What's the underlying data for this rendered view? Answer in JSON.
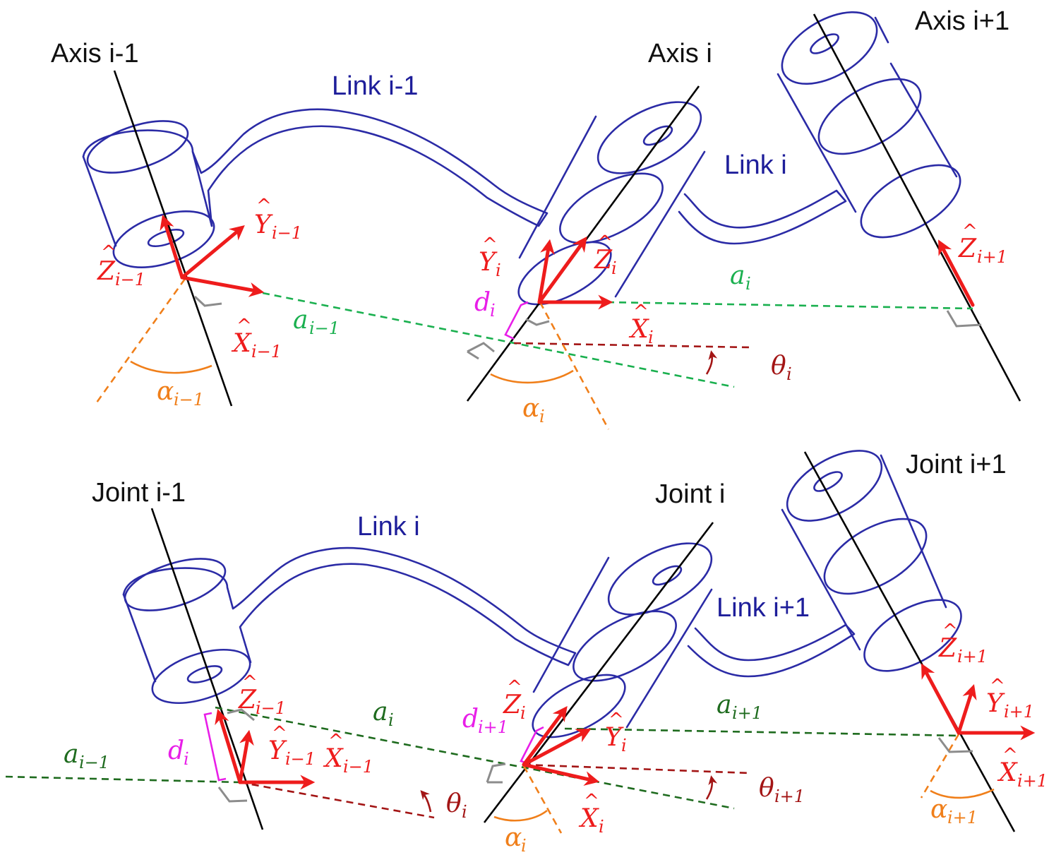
{
  "colors": {
    "link_outline": "#2b2ba6",
    "link_label": "#1e1e9a",
    "axis": "#000000",
    "frame_arrow": "#ee1c1c",
    "link_length": "#1ab04f",
    "link_length_alt": "#1e6b1e",
    "theta": "#a31515",
    "alpha": "#f07f1a",
    "offset_d": "#e81ee8",
    "right_angle": "#8c8c8c"
  },
  "top": {
    "axis_prev": "Axis i-1",
    "axis_cur": "Axis i",
    "axis_next": "Axis i+1",
    "link_prev": "Link i-1",
    "link_cur": "Link i",
    "z_prev": {
      "base": "Z",
      "sub": "i−1"
    },
    "y_prev": {
      "base": "Y",
      "sub": "i−1"
    },
    "x_prev": {
      "base": "X",
      "sub": "i−1"
    },
    "y_cur": {
      "base": "Y",
      "sub": "i"
    },
    "z_cur": {
      "base": "Z",
      "sub": "i"
    },
    "x_cur": {
      "base": "X",
      "sub": "i"
    },
    "z_next": {
      "base": "Z",
      "sub": "i+1"
    },
    "a_prev": {
      "base": "a",
      "sub": "i−1"
    },
    "a_cur": {
      "base": "a",
      "sub": "i"
    },
    "d_cur": {
      "base": "d",
      "sub": "i"
    },
    "theta_cur": {
      "base": "θ",
      "sub": "i"
    },
    "alpha_prev": {
      "base": "α",
      "sub": "i−1"
    },
    "alpha_cur": {
      "base": "α",
      "sub": "i"
    }
  },
  "bottom": {
    "joint_prev": "Joint i-1",
    "joint_cur": "Joint i",
    "joint_next": "Joint i+1",
    "link_cur": "Link i",
    "link_next": "Link i+1",
    "z_prev": {
      "base": "Z",
      "sub": "i−1"
    },
    "y_prev": {
      "base": "Y",
      "sub": "i−1"
    },
    "x_prev": {
      "base": "X",
      "sub": "i−1"
    },
    "z_cur": {
      "base": "Z",
      "sub": "i"
    },
    "y_cur": {
      "base": "Y",
      "sub": "i"
    },
    "x_cur": {
      "base": "X",
      "sub": "i"
    },
    "z_next": {
      "base": "Z",
      "sub": "i+1"
    },
    "y_next": {
      "base": "Y",
      "sub": "i+1"
    },
    "x_next": {
      "base": "X",
      "sub": "i+1"
    },
    "a_prev": {
      "base": "a",
      "sub": "i−1"
    },
    "a_cur": {
      "base": "a",
      "sub": "i"
    },
    "a_next": {
      "base": "a",
      "sub": "i+1"
    },
    "d_cur": {
      "base": "d",
      "sub": "i"
    },
    "d_next": {
      "base": "d",
      "sub": "i+1"
    },
    "theta_cur": {
      "base": "θ",
      "sub": "i"
    },
    "theta_next": {
      "base": "θ",
      "sub": "i+1"
    },
    "alpha_cur": {
      "base": "α",
      "sub": "i"
    },
    "alpha_next": {
      "base": "α",
      "sub": "i+1"
    }
  },
  "hat_glyph": "^"
}
